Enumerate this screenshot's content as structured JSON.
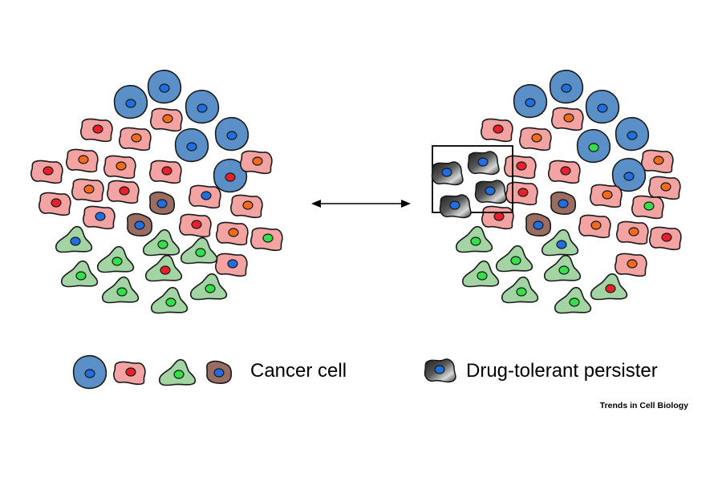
{
  "legend": {
    "cancer_cell_label": "Cancer cell",
    "persister_label": "Drug-tolerant persister"
  },
  "credit": "Trends in Cell Biology",
  "colors": {
    "blue_cell": "#5b8fc8",
    "pink_cell": "#f4a3a3",
    "green_cell": "#a3d4a3",
    "brown_cell": "#9a6d62",
    "persister_cell": "#4a4a4a",
    "nucleus_blue": "#1f6fe0",
    "nucleus_red": "#e8202a",
    "nucleus_orange": "#f26a1b",
    "nucleus_green": "#33e04a",
    "outline": "#1a1a1a"
  },
  "populations": {
    "left": {
      "cells": [
        {
          "type": "blue",
          "nucleus": "blue"
        },
        {
          "type": "blue",
          "nucleus": "blue"
        },
        {
          "type": "blue",
          "nucleus": "blue"
        },
        {
          "type": "pink",
          "nucleus": "orange"
        },
        {
          "type": "pink",
          "nucleus": "red"
        },
        {
          "type": "pink",
          "nucleus": "orange"
        },
        {
          "type": "blue",
          "nucleus": "blue"
        },
        {
          "type": "blue",
          "nucleus": "blue"
        },
        {
          "type": "pink",
          "nucleus": "red"
        },
        {
          "type": "pink",
          "nucleus": "orange"
        },
        {
          "type": "pink",
          "nucleus": "orange"
        },
        {
          "type": "pink",
          "nucleus": "red"
        },
        {
          "type": "blue",
          "nucleus": "red"
        },
        {
          "type": "pink",
          "nucleus": "orange"
        },
        {
          "type": "pink",
          "nucleus": "red"
        },
        {
          "type": "pink",
          "nucleus": "orange"
        },
        {
          "type": "pink",
          "nucleus": "red"
        },
        {
          "type": "brown",
          "nucleus": "blue"
        },
        {
          "type": "pink",
          "nucleus": "blue"
        },
        {
          "type": "pink",
          "nucleus": "orange"
        },
        {
          "type": "pink",
          "nucleus": "blue"
        },
        {
          "type": "brown",
          "nucleus": "blue"
        },
        {
          "type": "pink",
          "nucleus": "red"
        },
        {
          "type": "pink",
          "nucleus": "orange"
        },
        {
          "type": "pink",
          "nucleus": "green"
        },
        {
          "type": "green",
          "nucleus": "blue"
        },
        {
          "type": "green",
          "nucleus": "green"
        },
        {
          "type": "green",
          "nucleus": "green"
        },
        {
          "type": "green",
          "nucleus": "green"
        },
        {
          "type": "green",
          "nucleus": "green"
        },
        {
          "type": "green",
          "nucleus": "red"
        },
        {
          "type": "pink",
          "nucleus": "blue"
        },
        {
          "type": "green",
          "nucleus": "green"
        },
        {
          "type": "green",
          "nucleus": "green"
        },
        {
          "type": "green",
          "nucleus": "green"
        }
      ]
    },
    "right": {
      "cells": [
        {
          "type": "blue",
          "nucleus": "blue"
        },
        {
          "type": "blue",
          "nucleus": "blue"
        },
        {
          "type": "blue",
          "nucleus": "blue"
        },
        {
          "type": "pink",
          "nucleus": "orange"
        },
        {
          "type": "pink",
          "nucleus": "red"
        },
        {
          "type": "pink",
          "nucleus": "orange"
        },
        {
          "type": "blue",
          "nucleus": "green"
        },
        {
          "type": "blue",
          "nucleus": "blue"
        },
        {
          "type": "pink",
          "nucleus": "red"
        },
        {
          "type": "pink",
          "nucleus": "red"
        },
        {
          "type": "pink",
          "nucleus": "orange"
        },
        {
          "type": "blue",
          "nucleus": "blue"
        },
        {
          "type": "pink",
          "nucleus": "orange"
        },
        {
          "type": "pink",
          "nucleus": "red"
        },
        {
          "type": "brown",
          "nucleus": "blue"
        },
        {
          "type": "pink",
          "nucleus": "orange"
        },
        {
          "type": "pink",
          "nucleus": "green"
        },
        {
          "type": "pink",
          "nucleus": "red"
        },
        {
          "type": "brown",
          "nucleus": "blue"
        },
        {
          "type": "pink",
          "nucleus": "orange"
        },
        {
          "type": "pink",
          "nucleus": "orange"
        },
        {
          "type": "pink",
          "nucleus": "red"
        },
        {
          "type": "green",
          "nucleus": "green"
        },
        {
          "type": "green",
          "nucleus": "green"
        },
        {
          "type": "green",
          "nucleus": "blue"
        },
        {
          "type": "green",
          "nucleus": "green"
        },
        {
          "type": "green",
          "nucleus": "green"
        },
        {
          "type": "pink",
          "nucleus": "orange"
        },
        {
          "type": "green",
          "nucleus": "green"
        },
        {
          "type": "green",
          "nucleus": "green"
        },
        {
          "type": "green",
          "nucleus": "red"
        }
      ],
      "persisters": [
        {
          "type": "persister",
          "nucleus": "blue"
        },
        {
          "type": "persister",
          "nucleus": "blue"
        },
        {
          "type": "persister",
          "nucleus": "blue"
        },
        {
          "type": "persister",
          "nucleus": "blue"
        }
      ]
    }
  },
  "legend_cells": [
    {
      "type": "blue",
      "nucleus": "blue"
    },
    {
      "type": "pink",
      "nucleus": "red"
    },
    {
      "type": "green",
      "nucleus": "green"
    },
    {
      "type": "brown",
      "nucleus": "blue"
    }
  ],
  "legend_persister": {
    "type": "persister",
    "nucleus": "blue"
  }
}
